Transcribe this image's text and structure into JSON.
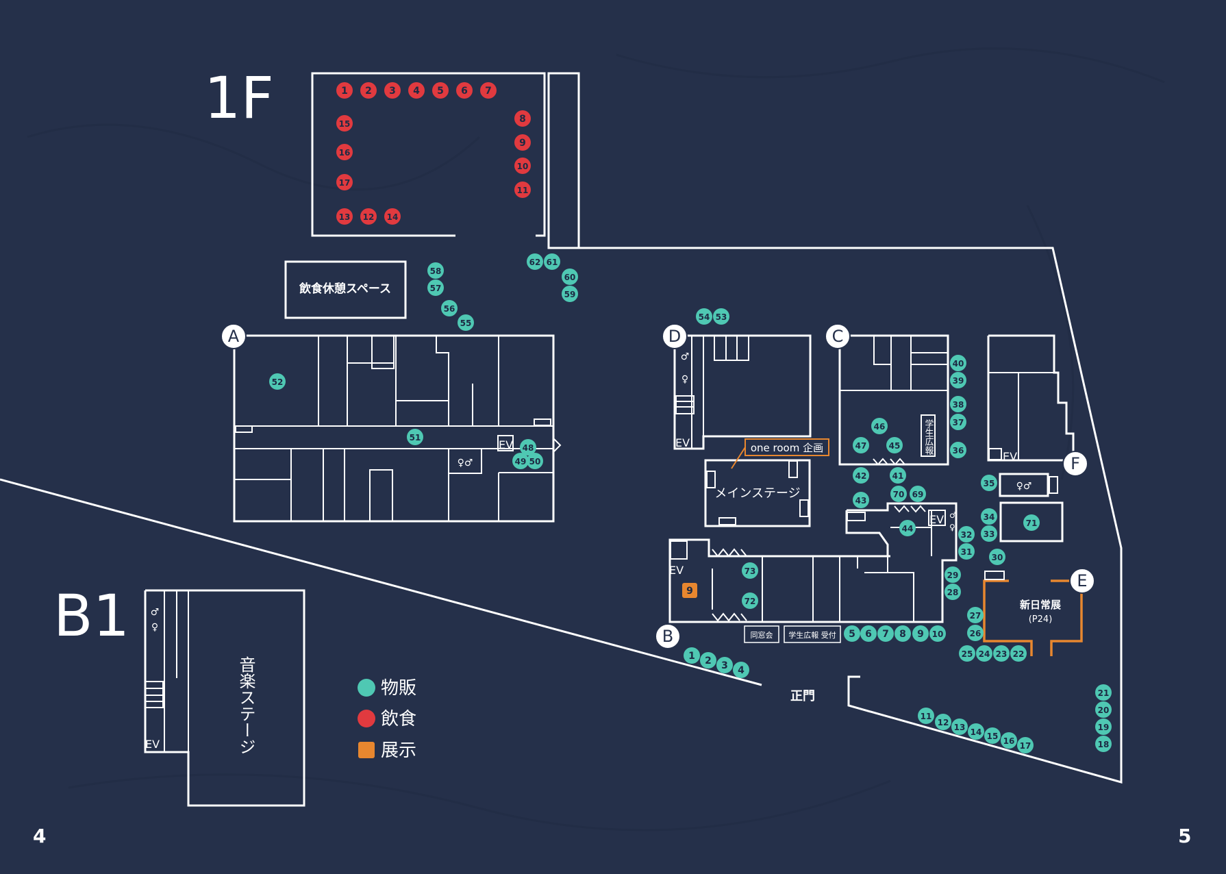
{
  "floors": {
    "f1": "1F",
    "b1": "B1"
  },
  "pages": {
    "left": "4",
    "right": "5"
  },
  "colors": {
    "background": "#25304a",
    "sales": "#4fc8b3",
    "food": "#e13a3f",
    "exhibit": "#e8872f",
    "line": "#ffffff"
  },
  "labels": {
    "rest_space": "飲食休憩スペース",
    "main_stage": "メインステージ",
    "one_room": "one room 企画",
    "gakusei_kouhou": "学生広報",
    "shin_nichijo": "新日常展",
    "shin_nichijo_page": "(P24)",
    "dosokai": "同窓会",
    "gakusei_uketsuke": "学生広報 受付",
    "seimon": "正門",
    "music_stage": "音楽ステージ"
  },
  "entrances": [
    "A",
    "B",
    "C",
    "D",
    "E",
    "F"
  ],
  "elevator": "EV",
  "legend": [
    {
      "color": "#4fc8b3",
      "label": "物販"
    },
    {
      "color": "#e13a3f",
      "label": "飲食"
    },
    {
      "color": "#e8872f",
      "label": "展示"
    }
  ],
  "food_markers": [
    "1",
    "2",
    "3",
    "4",
    "5",
    "6",
    "7",
    "8",
    "9",
    "10",
    "11",
    "12",
    "13",
    "14",
    "15",
    "16",
    "17"
  ],
  "sales_markers": [
    "1",
    "2",
    "3",
    "4",
    "5",
    "6",
    "7",
    "8",
    "9",
    "10",
    "11",
    "12",
    "13",
    "14",
    "15",
    "16",
    "17",
    "18",
    "19",
    "20",
    "21",
    "22",
    "23",
    "24",
    "25",
    "26",
    "27",
    "28",
    "29",
    "30",
    "31",
    "32",
    "33",
    "34",
    "35",
    "36",
    "37",
    "38",
    "39",
    "40",
    "41",
    "42",
    "43",
    "44",
    "45",
    "46",
    "47",
    "48",
    "49",
    "50",
    "51",
    "52",
    "53",
    "54",
    "55",
    "56",
    "57",
    "58",
    "59",
    "60",
    "61",
    "62",
    "69",
    "70",
    "71",
    "72",
    "73"
  ],
  "exhibit_markers": [
    "9"
  ]
}
